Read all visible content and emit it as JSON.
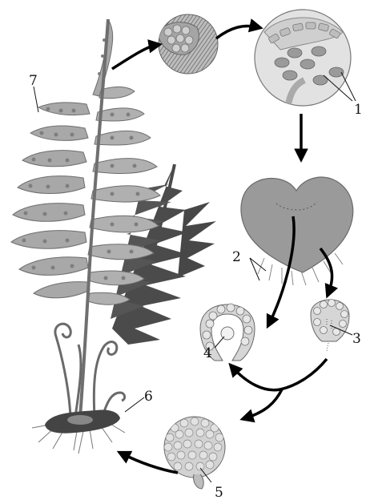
{
  "labels": {
    "l1": "1",
    "l2": "2",
    "l3": "3",
    "l4": "4",
    "l5": "5",
    "l6": "6",
    "l7": "7"
  },
  "colors": {
    "frond_light": "#a9a9a9",
    "frond_dark": "#4d4d4d",
    "prothallus": "#9c9c9c",
    "cells": "#d9d9d9",
    "arrow": "#000000"
  }
}
